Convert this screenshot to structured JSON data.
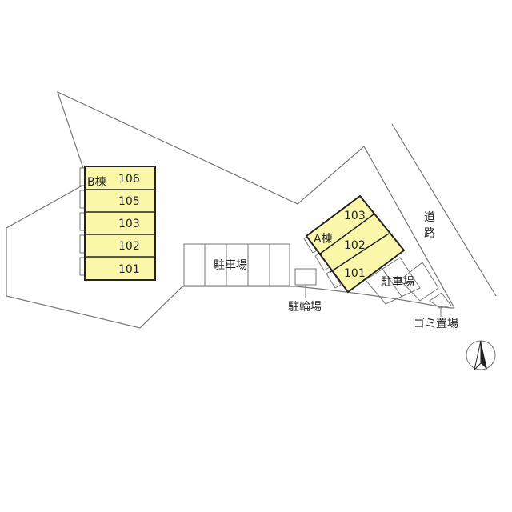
{
  "building_b": {
    "label": "B棟",
    "units": [
      "106",
      "105",
      "103",
      "102",
      "101"
    ]
  },
  "building_a": {
    "label": "A棟",
    "units": [
      "103",
      "102",
      "101"
    ]
  },
  "labels": {
    "parking_center": "駐車場",
    "parking_right": "駐車場",
    "bicycle_parking": "駐輪場",
    "garbage": "ゴミ置場",
    "road_1": "道",
    "road_2": "路"
  },
  "colors": {
    "building_fill": "#fbf7a8",
    "line": "#666666"
  },
  "icons": {
    "compass": "north-arrow-icon"
  }
}
